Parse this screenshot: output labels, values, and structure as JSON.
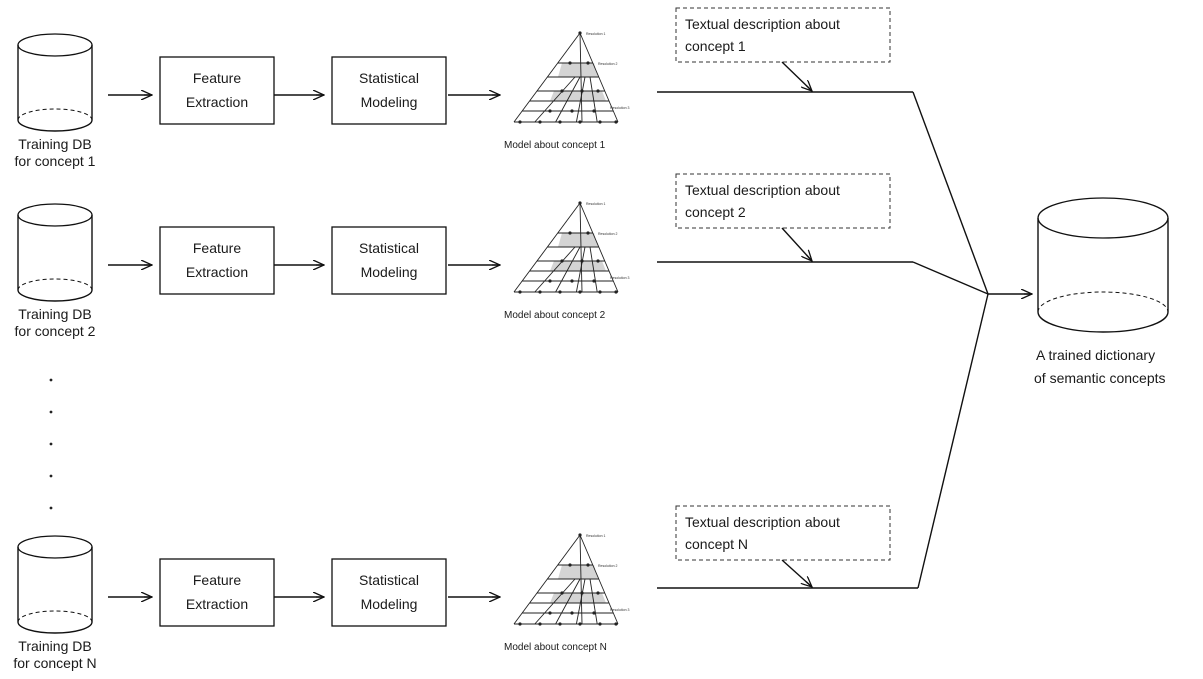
{
  "rows": [
    {
      "db_label": [
        "Training DB",
        "for concept 1"
      ],
      "feature_label": [
        "Feature",
        "Extraction"
      ],
      "model_label": [
        "Statistical",
        "Modeling"
      ],
      "pyramid_caption": "Model about concept 1",
      "pyramid_levels": [
        "Resolution 1",
        "Resolution 2",
        "Resolution 3"
      ],
      "description": [
        "Textual description about",
        "concept 1"
      ]
    },
    {
      "db_label": [
        "Training DB",
        "for concept 2"
      ],
      "feature_label": [
        "Feature",
        "Extraction"
      ],
      "model_label": [
        "Statistical",
        "Modeling"
      ],
      "pyramid_caption": "Model about concept 2",
      "pyramid_levels": [
        "Resolution 1",
        "Resolution 2",
        "Resolution 3"
      ],
      "description": [
        "Textual description about",
        "concept 2"
      ]
    },
    {
      "db_label": [
        "Training DB",
        "for concept N"
      ],
      "feature_label": [
        "Feature",
        "Extraction"
      ],
      "model_label": [
        "Statistical",
        "Modeling"
      ],
      "pyramid_caption": "Model about concept N",
      "pyramid_levels": [
        "Resolution 1",
        "Resolution 2",
        "Resolution 3"
      ],
      "description": [
        "Textual description about",
        "concept N"
      ]
    }
  ],
  "output": {
    "label": [
      "A trained dictionary",
      "of semantic concepts"
    ]
  },
  "colors": {
    "line": "#111111",
    "shade": "#d4d4d4",
    "background": "#ffffff"
  }
}
